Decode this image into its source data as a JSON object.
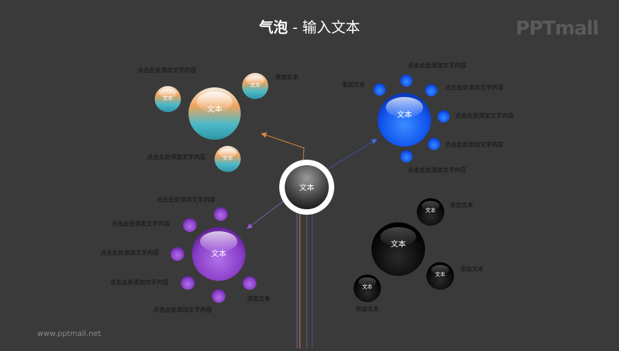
{
  "header": {
    "title_bold": "气泡",
    "title_sep": " - ",
    "title_rest": "输入文本",
    "logo": "PPTmall"
  },
  "footer": {
    "url": "www.pptmall.net"
  },
  "center": {
    "label": "文本"
  },
  "clusters": {
    "orange": {
      "main": "文本",
      "small": [
        "文本",
        "文本",
        "文本"
      ],
      "labels": [
        "点击此处添加文字内容",
        "添加文本",
        "点击此处添加文字内容"
      ]
    },
    "blue": {
      "main": "文本",
      "labels": [
        "点击此处添加文字内容",
        "添加文本",
        "点击此处添加文字内容",
        "点击此处添加文字内容",
        "点击此处添加文字内容",
        "点击此处添加文字内容"
      ]
    },
    "purple": {
      "main": "文本",
      "labels": [
        "点击此处添加文字内容",
        "点击此处添加文字内容",
        "点击此处添加文字内容",
        "点击此处添加文字内容",
        "点击此处添加文字内容",
        "添加文本"
      ]
    },
    "black": {
      "main": "文本",
      "small": [
        "文本",
        "文本",
        "文本"
      ],
      "labels": [
        "添加文本",
        "添加文本",
        "添加文本"
      ]
    }
  },
  "colors": {
    "background": "#3a3a3a",
    "orange": "#f0a060",
    "teal": "#4fb8c8",
    "blue": "#1560ff",
    "purple": "#8a3fc8",
    "black": "#000000",
    "orange_line": "#e08a3c",
    "blue_line": "#3c5aa8",
    "purple_line": "#8a5ab8"
  }
}
